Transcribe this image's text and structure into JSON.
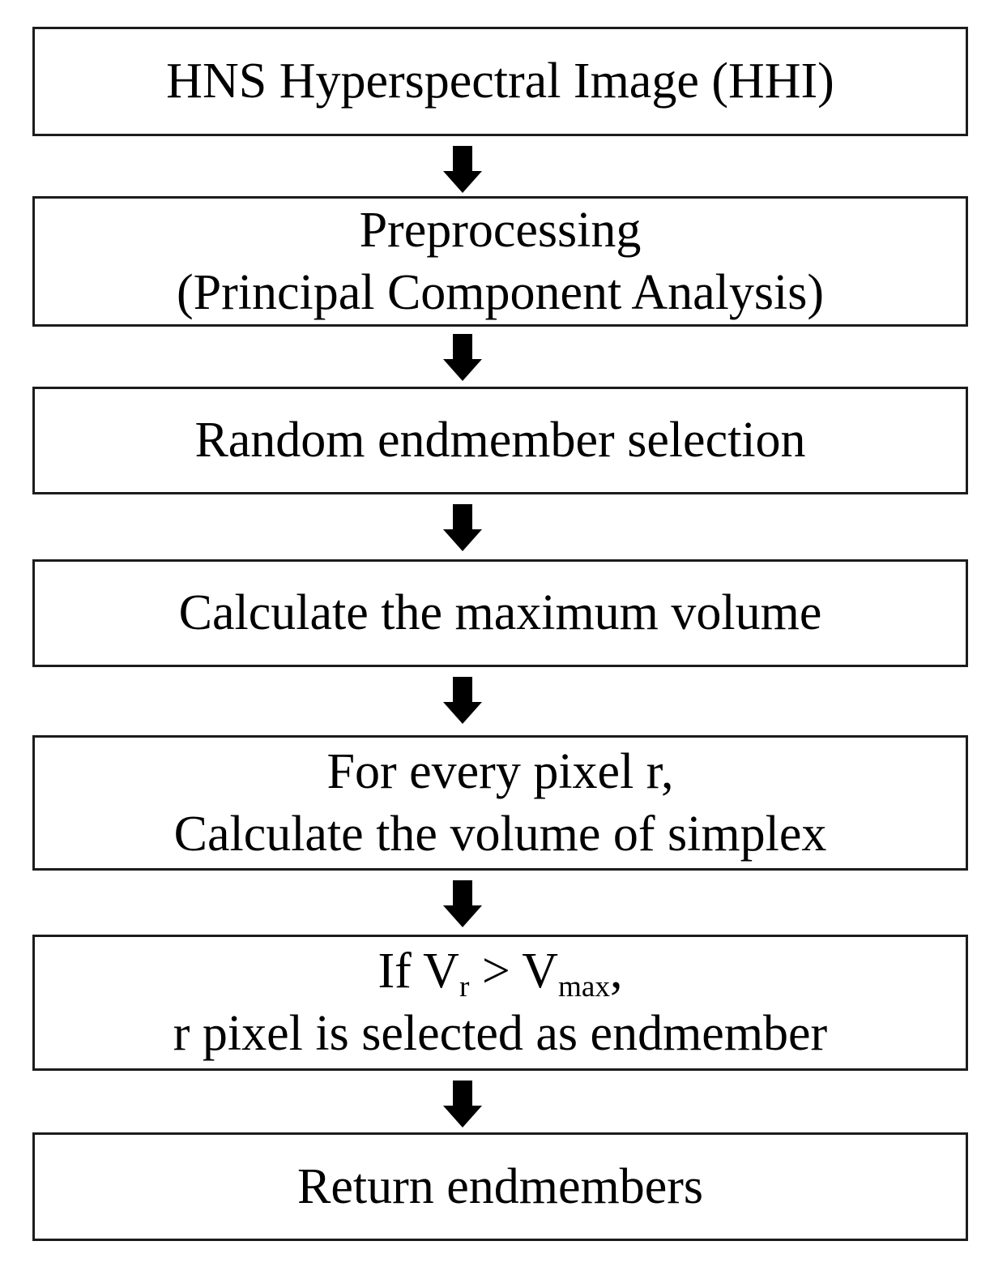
{
  "page": {
    "background_color": "#ffffff",
    "text_color": "#000000",
    "box_border_color": "#1c1c1c",
    "arrow_color": "#000000"
  },
  "flowchart": {
    "steps": [
      {
        "id": "hns-hyperspectral-image",
        "lines": [
          "HNS Hyperspectral Image (HHI)"
        ]
      },
      {
        "id": "preprocessing",
        "lines": [
          "Preprocessing",
          "(Principal Component Analysis)"
        ]
      },
      {
        "id": "random-endmember-selection",
        "lines": [
          "Random endmember selection"
        ]
      },
      {
        "id": "calculate-maximum-volume",
        "lines": [
          "Calculate the maximum volume"
        ]
      },
      {
        "id": "simplex-volume-loop",
        "lines": [
          "For every pixel r,",
          "Calculate the volume of simplex"
        ]
      },
      {
        "id": "endmember-condition",
        "formula": {
          "prefix": "If V",
          "sub_r": "r",
          "middle": " > V",
          "sub_max": "max",
          "suffix": ","
        },
        "line2": "r pixel is selected as endmember"
      },
      {
        "id": "return-endmembers",
        "lines": [
          "Return endmembers"
        ]
      }
    ],
    "connector": "down-arrow"
  }
}
